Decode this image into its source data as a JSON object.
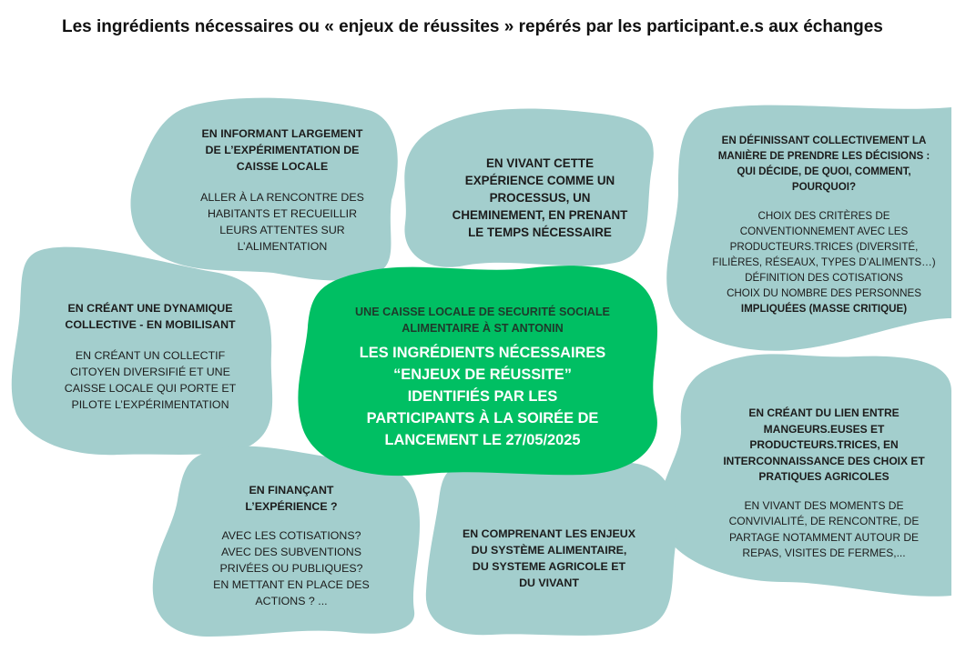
{
  "title": "Les ingrédients nécessaires ou « enjeux de réussites » repérés par les participant.e.s aux échanges",
  "colors": {
    "bubble": "#a3cecd",
    "center": "#00bf63",
    "text": "#1c1c1c"
  },
  "center": {
    "sub_line1": "UNE CAISSE LOCALE DE SECURITÉ SOCIALE",
    "sub_line2": "ALIMENTAIRE À ST ANTONIN",
    "main_lines": [
      "LES INGRÉDIENTS NÉCESSAIRES",
      "“ENJEUX DE RÉUSSITE”",
      "IDENTIFIÉS PAR LES",
      "PARTICIPANTS À LA SOIRÉE DE",
      "LANCEMENT LE 27/05/2025"
    ]
  },
  "bubbles": [
    {
      "heading": [
        "EN INFORMANT LARGEMENT",
        "DE L’EXPÉRIMENTATION DE",
        "CAISSE LOCALE"
      ],
      "body": [
        "ALLER À LA RENCONTRE DES",
        "HABITANTS ET RECUEILLIR",
        "LEURS ATTENTES SUR",
        "L’ALIMENTATION"
      ]
    },
    {
      "heading": [
        "EN VIVANT CETTE",
        "EXPÉRIENCE COMME UN",
        "PROCESSUS, UN",
        "CHEMINEMENT, EN PRENANT",
        "LE TEMPS NÉCESSAIRE"
      ],
      "body": []
    },
    {
      "heading": [
        "EN DÉFINISSANT COLLECTIVEMENT LA",
        "MANIÈRE DE PRENDRE LES DÉCISIONS :",
        "QUI DÉCIDE, DE QUOI, COMMENT,",
        "POURQUOI?"
      ],
      "body": [
        "CHOIX DES CRITÈRES DE",
        "CONVENTIONNEMENT AVEC LES",
        "PRODUCTEURS.TRICES (DIVERSITÉ,",
        "FILIÈRES, RÉSEAUX, TYPES D’ALIMENTS…)",
        "DÉFINITION DES COTISATIONS",
        "CHOIX DU NOMBRE  DES PERSONNES",
        "IMPLIQUÉES (MASSE CRITIQUE)"
      ]
    },
    {
      "heading": [
        "EN CRÉANT UNE DYNAMIQUE",
        "COLLECTIVE - EN MOBILISANT"
      ],
      "body": [
        "EN CRÉANT UN COLLECTIF",
        "CITOYEN DIVERSIFIÉ ET UNE",
        "CAISSE LOCALE QUI PORTE ET",
        "PILOTE L’EXPÉRIMENTATION"
      ]
    },
    {
      "heading": [
        "EN CRÉANT DU LIEN ENTRE",
        "MANGEURS.EUSES ET",
        "PRODUCTEURS.TRICES, EN",
        "INTERCONNAISSANCE DES CHOIX ET",
        "PRATIQUES AGRICOLES"
      ],
      "body": [
        "EN VIVANT DES MOMENTS DE",
        "CONVIVIALITÉ, DE RENCONTRE, DE",
        "PARTAGE  NOTAMMENT AUTOUR DE",
        "REPAS, VISITES DE FERMES,..."
      ]
    },
    {
      "heading": [
        "EN FINANÇANT",
        "L’EXPÉRIENCE ?"
      ],
      "body": [
        "AVEC LES COTISATIONS?",
        "AVEC DES SUBVENTIONS",
        "PRIVÉES OU PUBLIQUES?",
        "EN METTANT EN PLACE DES",
        "ACTIONS ? ..."
      ]
    },
    {
      "heading": [
        "EN COMPRENANT LES ENJEUX",
        "DU SYSTÈME ALIMENTAIRE,",
        "DU SYSTEME AGRICOLE ET",
        "DU VIVANT"
      ],
      "body": []
    }
  ]
}
